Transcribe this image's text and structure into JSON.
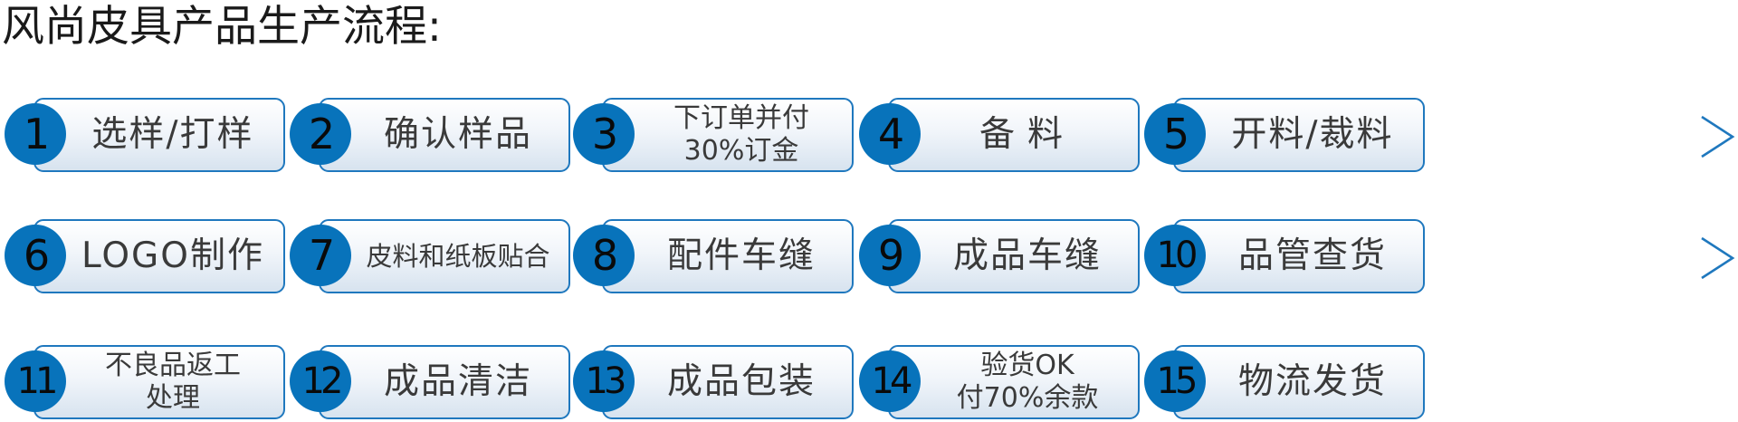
{
  "title": "风尚皮具产品生产流程:",
  "colors": {
    "accent": "#0873bb",
    "box_border": "#1f78be",
    "box_fill_top": "#ffffff",
    "box_fill_bottom": "#d7e3ef",
    "text": "#3a3a3a",
    "chevron": "#1f78be"
  },
  "icons": {
    "separator": "chevron-right-icon"
  },
  "steps": [
    {
      "number": "1",
      "label": "选样/打样"
    },
    {
      "number": "2",
      "label": "确认样品"
    },
    {
      "number": "3",
      "label": "下订单并付\n30%订金"
    },
    {
      "number": "4",
      "label": "备料"
    },
    {
      "number": "5",
      "label": "开料/裁料"
    },
    {
      "number": "6",
      "label": "LOGO制作"
    },
    {
      "number": "7",
      "label": "皮料和纸板贴合"
    },
    {
      "number": "8",
      "label": "配件车缝"
    },
    {
      "number": "9",
      "label": "成品车缝"
    },
    {
      "number": "10",
      "label": "品管查货"
    },
    {
      "number": "11",
      "label": "不良品返工\n处理"
    },
    {
      "number": "12",
      "label": "成品清洁"
    },
    {
      "number": "13",
      "label": "成品包装"
    },
    {
      "number": "14",
      "label": "验货OK\n付70%余款"
    },
    {
      "number": "15",
      "label": "物流发货"
    }
  ]
}
